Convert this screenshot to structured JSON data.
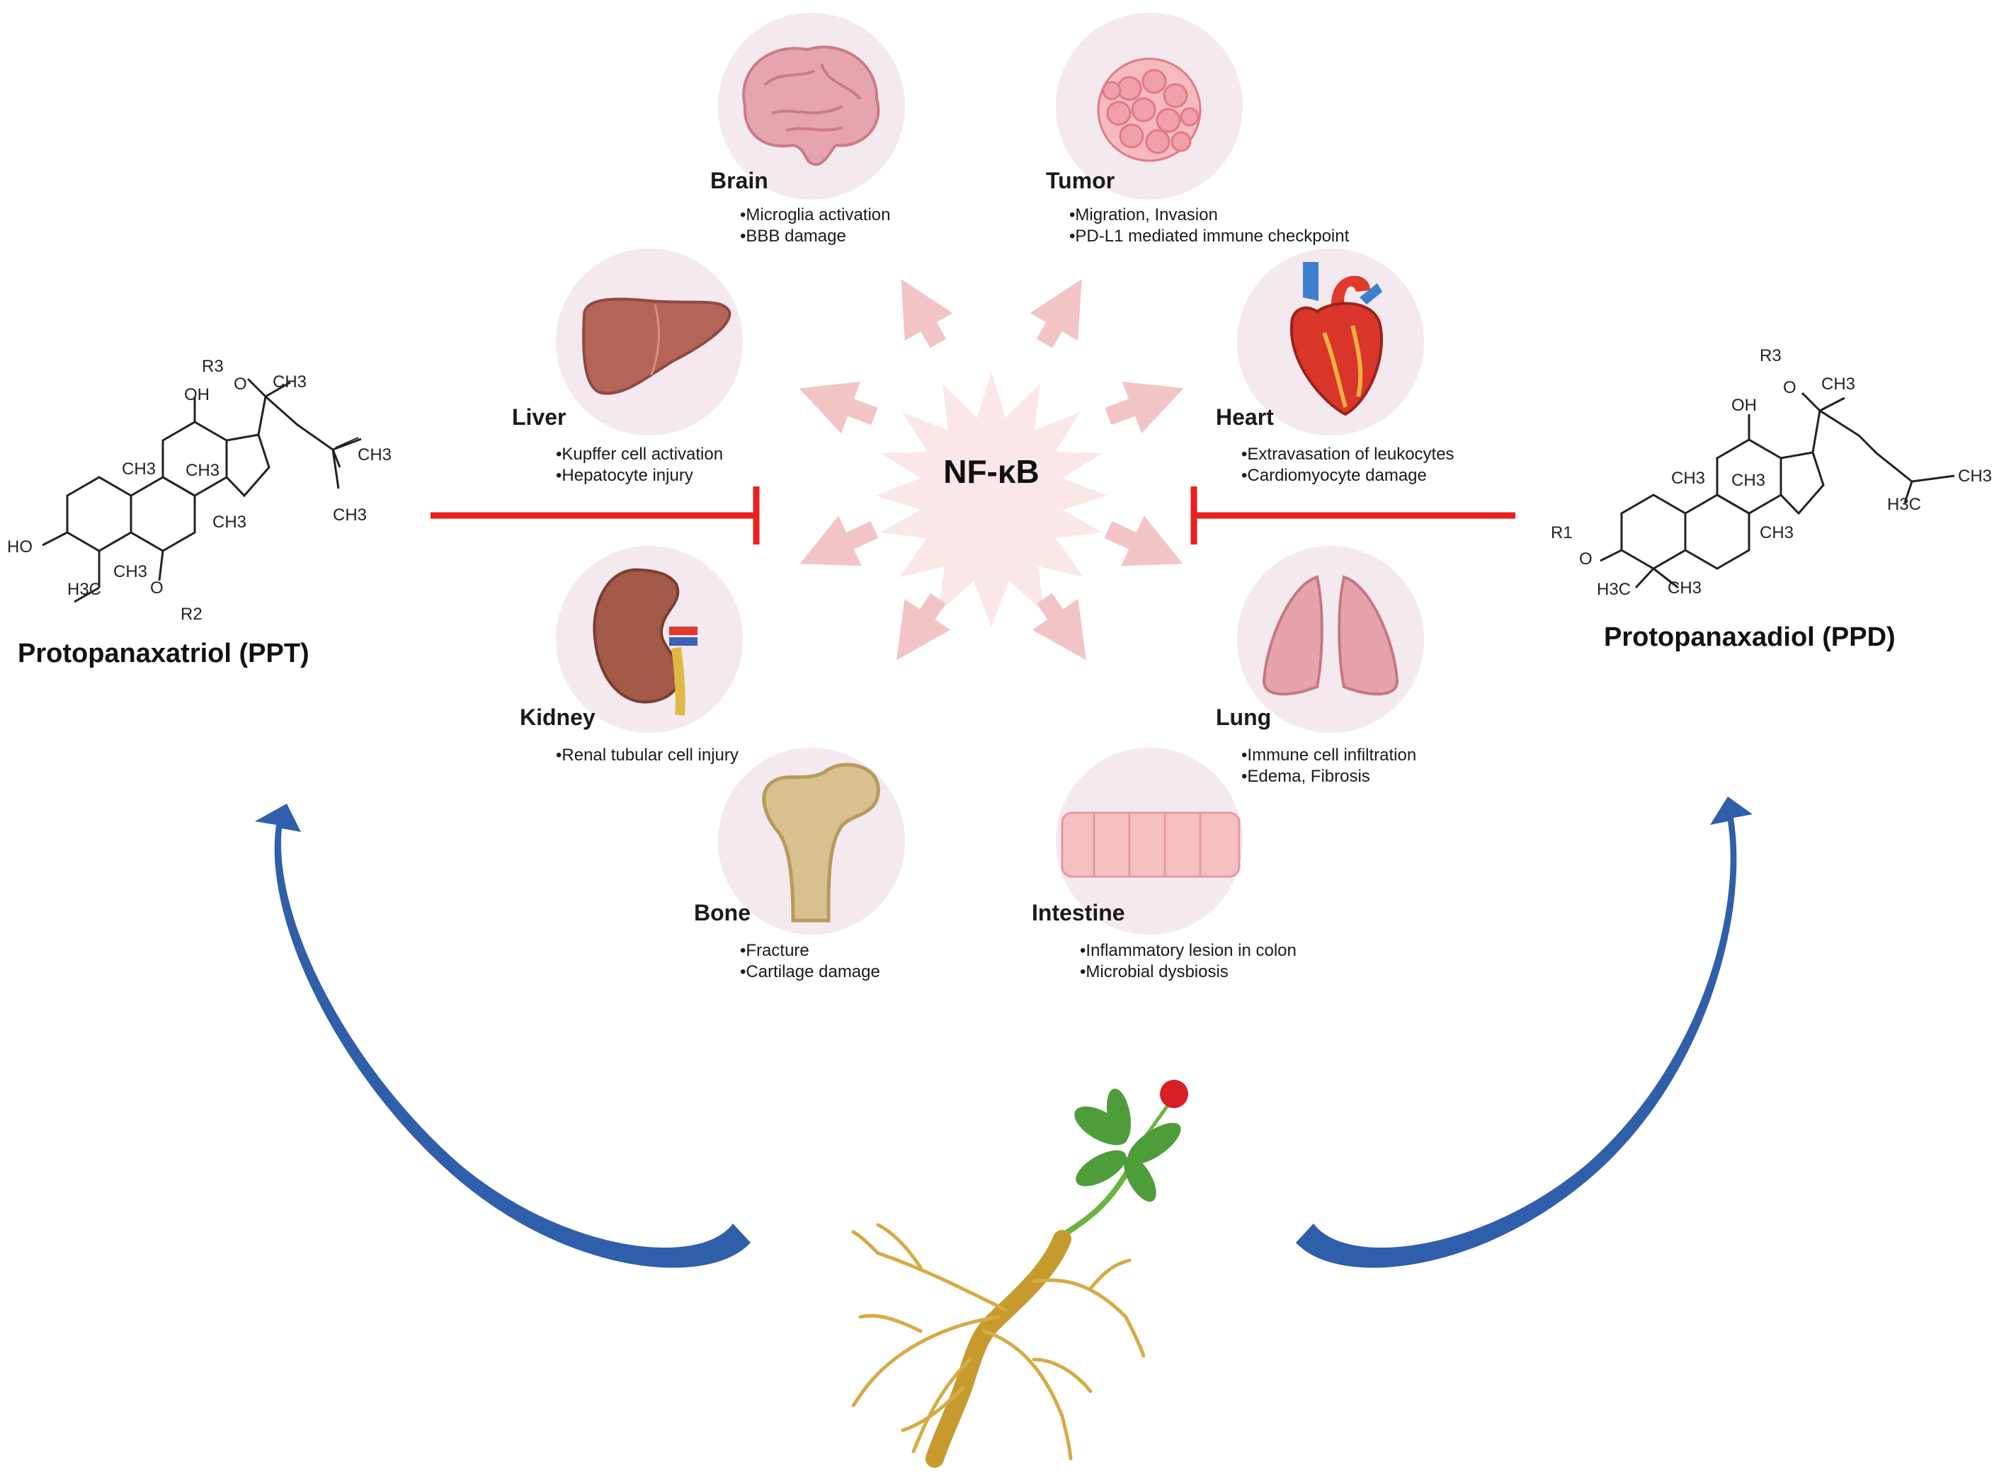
{
  "center": {
    "label": "NF-κB"
  },
  "colors": {
    "inhibitor": "#e8211e",
    "curved_arrow": "#2f5fab",
    "spoke_arrow": "#f2c4c6",
    "organ_circle": "#f3e9ef",
    "burst": "#fbe7e7"
  },
  "organs": [
    {
      "id": "brain",
      "icon": "brain-icon",
      "name": "Brain",
      "bullets": [
        "•Microglia activation",
        "•BBB damage"
      ]
    },
    {
      "id": "tumor",
      "icon": "tumor-icon",
      "name": "Tumor",
      "bullets": [
        "•Migration, Invasion",
        "•PD-L1 mediated immune checkpoint"
      ]
    },
    {
      "id": "liver",
      "icon": "liver-icon",
      "name": "Liver",
      "bullets": [
        "•Kupffer cell activation",
        "•Hepatocyte injury"
      ]
    },
    {
      "id": "heart",
      "icon": "heart-icon",
      "name": "Heart",
      "bullets": [
        "•Extravasation of leukocytes",
        "•Cardiomyocyte damage"
      ]
    },
    {
      "id": "kidney",
      "icon": "kidney-icon",
      "name": "Kidney",
      "bullets": [
        "•Renal tubular cell injury"
      ]
    },
    {
      "id": "lung",
      "icon": "lung-icon",
      "name": "Lung",
      "bullets": [
        "•Immune cell infiltration",
        "•Edema, Fibrosis"
      ]
    },
    {
      "id": "bone",
      "icon": "bone-icon",
      "name": "Bone",
      "bullets": [
        "•Fracture",
        "•Cartilage damage"
      ]
    },
    {
      "id": "intestine",
      "icon": "intestine-icon",
      "name": "Intestine",
      "bullets": [
        "•Inflammatory lesion in colon",
        "•Microbial dysbiosis"
      ]
    }
  ],
  "compounds": {
    "ppt": {
      "name": "Protopanaxatriol (PPT)",
      "labels": [
        "R3",
        "O",
        "CH3",
        "OH",
        "CH3",
        "CH3",
        "CH3",
        "CH3",
        "CH3",
        "HO",
        "H3C",
        "CH3",
        "O",
        "R2"
      ]
    },
    "ppd": {
      "name": "Protopanaxadiol (PPD)",
      "labels": [
        "R3",
        "O",
        "CH3",
        "OH",
        "CH3",
        "CH3",
        "CH3",
        "R1",
        "O",
        "H3C",
        "CH3",
        "CH3",
        "H3C"
      ]
    }
  },
  "plant": {
    "icon": "ginseng-plant-icon"
  }
}
